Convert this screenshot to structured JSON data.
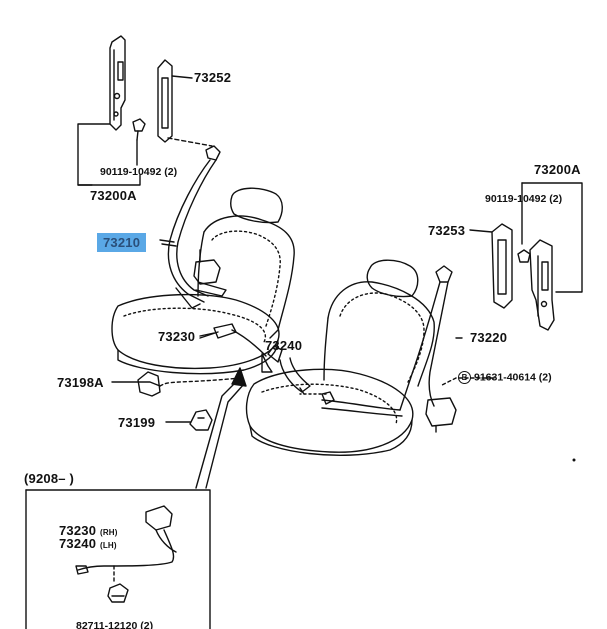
{
  "labels": {
    "l73252": "73252",
    "l90119_top": "90119-10492 (2)",
    "l73200a_left": "73200A",
    "l73200a_right": "73200A",
    "l90119_right": "90119-10492 (2)",
    "l73253": "73253",
    "l73210": "73210",
    "l73230": "73230",
    "l73240": "73240",
    "l73220": "73220",
    "l73198a": "73198A",
    "l91631_symbol": "B",
    "l91631": "91631-40614 (2)",
    "l73199": "73199",
    "inset_header": "(9208–        )",
    "inset_73230": "73230",
    "inset_rh": "(RH)",
    "inset_73240": "73240",
    "inset_lh": "(LH)",
    "inset_82711": "82711-12120 (2)"
  },
  "colors": {
    "highlight": "#5aa8e6",
    "ink": "#111111"
  }
}
